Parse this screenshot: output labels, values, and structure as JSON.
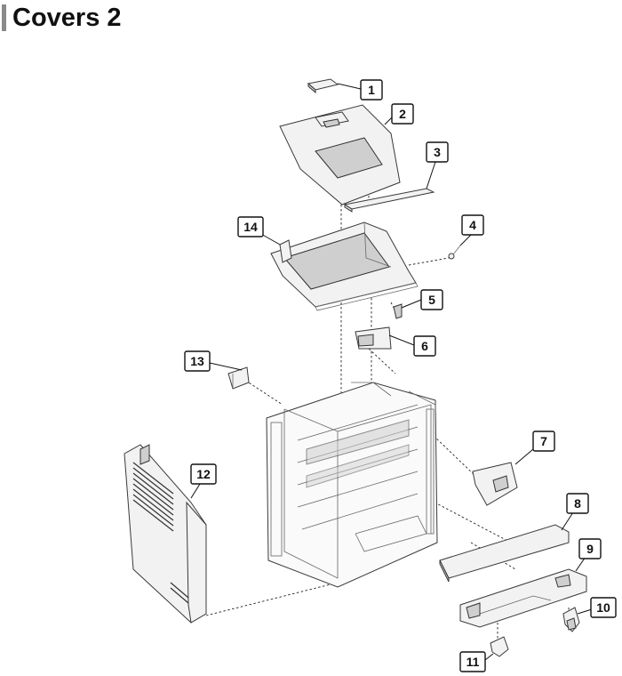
{
  "title": "Covers 2",
  "callouts": [
    {
      "id": "callout-1",
      "label": "1"
    },
    {
      "id": "callout-2",
      "label": "2"
    },
    {
      "id": "callout-3",
      "label": "3"
    },
    {
      "id": "callout-4",
      "label": "4"
    },
    {
      "id": "callout-5",
      "label": "5"
    },
    {
      "id": "callout-6",
      "label": "6"
    },
    {
      "id": "callout-7",
      "label": "7"
    },
    {
      "id": "callout-8",
      "label": "8"
    },
    {
      "id": "callout-9",
      "label": "9"
    },
    {
      "id": "callout-10",
      "label": "10"
    },
    {
      "id": "callout-11",
      "label": "11"
    },
    {
      "id": "callout-12",
      "label": "12"
    },
    {
      "id": "callout-13",
      "label": "13"
    },
    {
      "id": "callout-14",
      "label": "14"
    }
  ]
}
